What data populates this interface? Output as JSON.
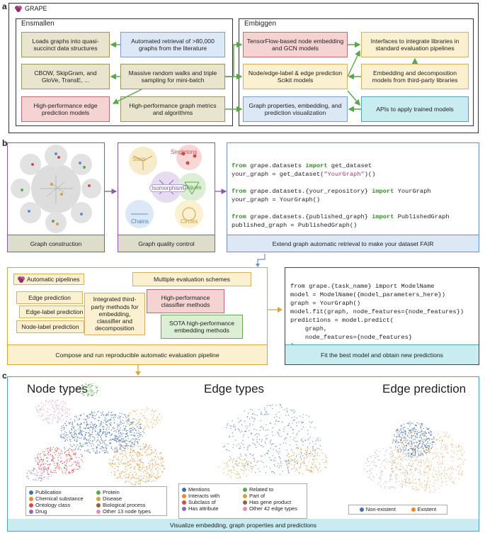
{
  "panel_a": {
    "letter": "a",
    "grape_title": "GRAPE",
    "ensmallen_title": "Ensmallen",
    "embiggen_title": "Embiggen",
    "boxes": {
      "loads": "Loads graphs into quasi-succinct data structures",
      "automated": "Automated retrieval of >80,000 graphs from the literature",
      "cbow": "CBOW, SkipGram, and GloVe, TransE, ...",
      "random_walks": "Massive random walks and triple sampling for mini-batch",
      "edge_pred": "High-performance edge prediction models",
      "metrics": "High-performance graph metrics and algorithms",
      "tensorflow": "TensorFlow-based node embedding and GCN models",
      "scikit": "Node/edge-label & edge prediction Scikit models",
      "visualization": "Graph properties, embedding, and prediction visualization",
      "interfaces": "Interfaces to integrate libraries in standard evaluation pipelines",
      "third_party": "Embedding and decomposition models from third-party libraries",
      "apis": "APIs to apply trained models"
    }
  },
  "panel_b": {
    "letter": "b",
    "graph_construction": "Graph construction",
    "graph_quality": "Graph quality control",
    "quality_labels": [
      "Stars",
      "Singletons",
      "Isomorphism",
      "Cliques",
      "Chains",
      "Circles"
    ],
    "code1": [
      [
        "from",
        " grape.datasets ",
        "import",
        " get_dataset"
      ],
      [
        "",
        "your_graph = get_dataset(",
        "\"YourGraph\"",
        ")()"
      ],
      [],
      [
        "from",
        " grape.datasets.{your_repository} ",
        "import",
        " YourGraph"
      ],
      [
        "",
        "your_graph = YourGraph()"
      ],
      [],
      [
        "from",
        " grape.datasets.{published_graph} ",
        "import",
        " PublishedGraph"
      ],
      [
        "",
        "published_graph = PublishedGraph()"
      ]
    ],
    "extend_caption": "Extend graph automatic retrieval to make your dataset FAIR",
    "automatic_pipelines": "Automatic pipelines",
    "edge_prediction": "Edge prediction",
    "edge_label_prediction": "Edge-label prediction",
    "node_label_prediction": "Node-label prediction",
    "multiple_eval": "Multiple evaluation schemes",
    "integrated": "Integrated third-party methods for embedding, classifier and decomposition",
    "hp_classifier": "High-performance classifier methods",
    "sota": "SOTA high-performance embedding methods",
    "compose_caption": "Compose and run reproducible automatic evaluation pipeline",
    "code2": [
      "from grape.{task_name} import ModelName",
      "model = ModelName({model_parameters_here})",
      "graph = YourGraph()",
      "model.fit(graph, node_features={node_features})",
      "predictions = model.predict(",
      "    graph,",
      "    node_features={node_features}",
      ")"
    ],
    "fit_caption": "Fit the best model and obtain new predictions"
  },
  "panel_c": {
    "letter": "c",
    "titles": [
      "Node types",
      "Edge types",
      "Edge prediction"
    ],
    "node_legend": [
      {
        "label": "Publication",
        "color": "#3e6fb0"
      },
      {
        "label": "Protein",
        "color": "#5da853"
      },
      {
        "label": "Chemical substance",
        "color": "#e88a2c"
      },
      {
        "label": "Disease",
        "color": "#d4a13c"
      },
      {
        "label": "Ontology class",
        "color": "#d9484a"
      },
      {
        "label": "Biological process",
        "color": "#8b6346"
      },
      {
        "label": "Drug",
        "color": "#8a6bb5"
      },
      {
        "label": "Other 13 node types",
        "color": "#e38fb0"
      }
    ],
    "edge_legend": [
      {
        "label": "Mentions",
        "color": "#3e6fb0"
      },
      {
        "label": "Related to",
        "color": "#5da853"
      },
      {
        "label": "Interacts with",
        "color": "#e88a2c"
      },
      {
        "label": "Part of",
        "color": "#d4a13c"
      },
      {
        "label": "Subclass of",
        "color": "#d9484a"
      },
      {
        "label": "Has gene product",
        "color": "#8b6346"
      },
      {
        "label": "Has attribute",
        "color": "#8a6bb5"
      },
      {
        "label": "Other 42 edge types",
        "color": "#e38fb0"
      }
    ],
    "pred_legend": [
      {
        "label": "Non-existent",
        "color": "#3e6fb0"
      },
      {
        "label": "Existent",
        "color": "#e88a2c"
      }
    ],
    "caption": "Visualize embedding, graph properties and predictions"
  }
}
